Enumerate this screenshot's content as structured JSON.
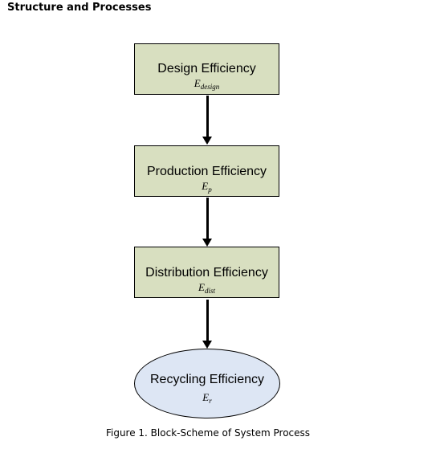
{
  "section_title": "Structure and Processes",
  "blocks": [
    {
      "label": "Design Efficiency",
      "symbol_base": "E",
      "symbol_sub": "design"
    },
    {
      "label": "Production Efficiency",
      "symbol_base": "E",
      "symbol_sub": "p"
    },
    {
      "label": "Distribution Efficiency",
      "symbol_base": "E",
      "symbol_sub": "dist"
    }
  ],
  "terminal": {
    "label": "Recycling Efficiency",
    "symbol_base": "E",
    "symbol_sub": "r"
  },
  "caption": "Figure 1. Block-Scheme of System Process",
  "colors": {
    "block_fill": "#d8dfc0",
    "terminal_fill": "#dde6f4",
    "outline": "#000000"
  }
}
